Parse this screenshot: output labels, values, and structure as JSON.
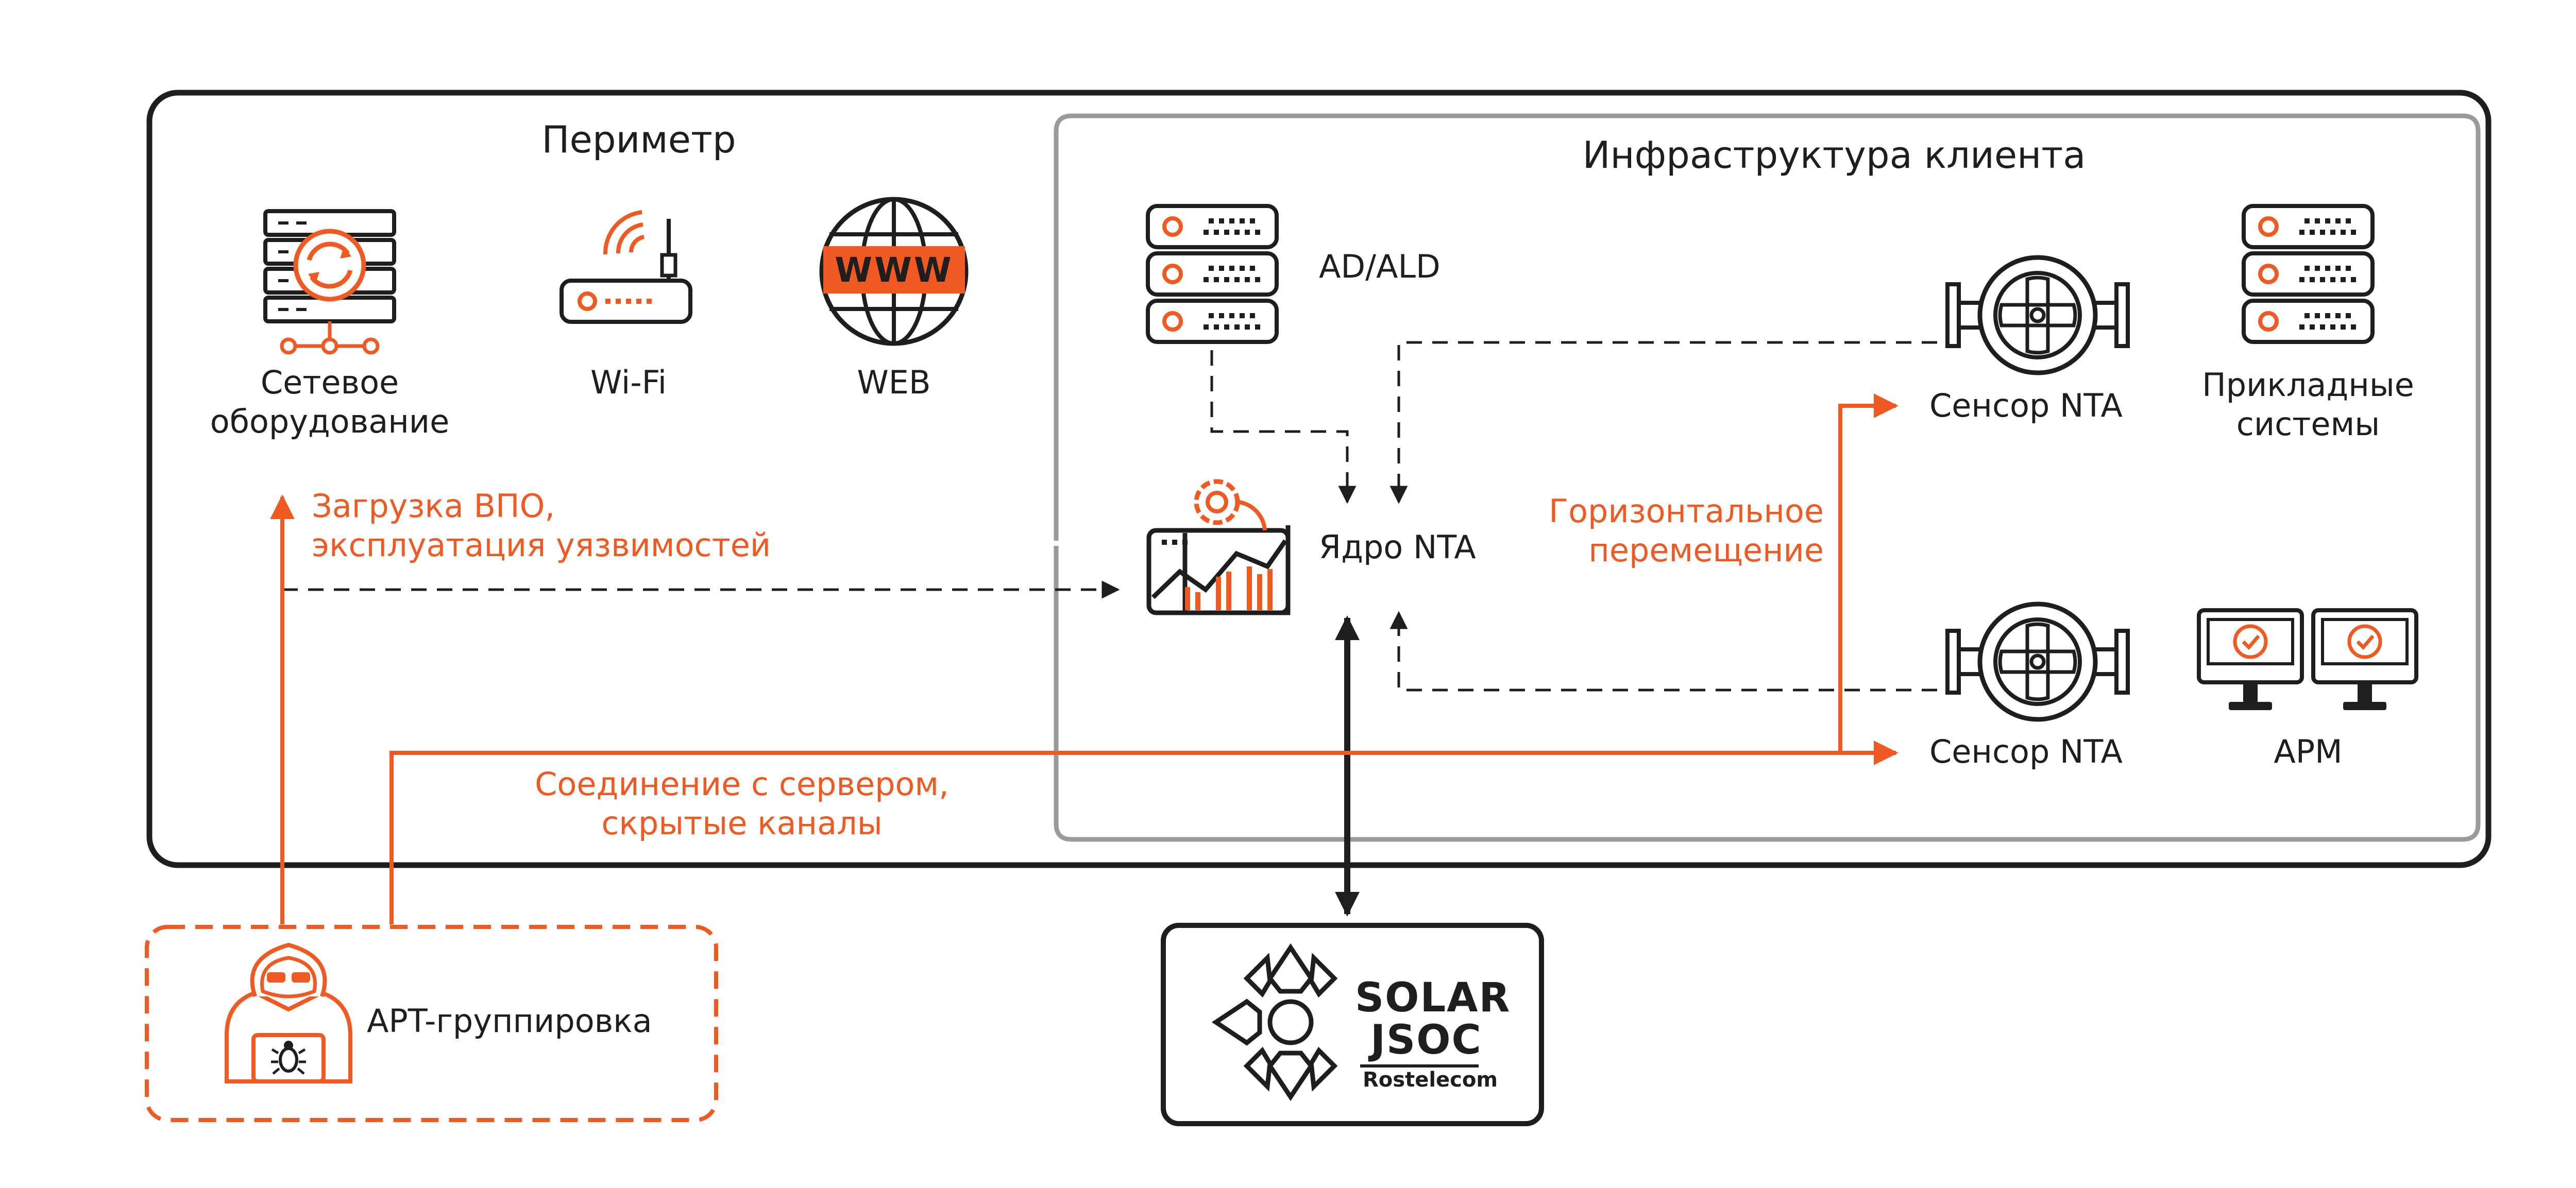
{
  "colors": {
    "accent": "#f05a22",
    "dark": "#1e1e1e",
    "frame_inner": "#9a9a9a"
  },
  "perimeter": {
    "title": "Периметр",
    "items": [
      {
        "label": "Сетевое\nоборудование",
        "icon": "network-equipment-icon"
      },
      {
        "label": "Wi-Fi",
        "icon": "wifi-router-icon"
      },
      {
        "label": "WEB",
        "icon": "www-globe-icon",
        "badge": "WWW"
      }
    ]
  },
  "infrastructure": {
    "title": "Инфраструктура клиента",
    "ad": {
      "label": "AD/ALD",
      "icon": "server-stack-icon"
    },
    "core": {
      "label": "Ядро NTA",
      "icon": "analytics-gear-icon"
    },
    "sensor_top": {
      "label": "Сенсор NTA",
      "icon": "sensor-icon"
    },
    "sensor_bottom": {
      "label": "Сенсор NTA",
      "icon": "sensor-icon"
    },
    "apps": {
      "label": "Прикладные\nсистемы",
      "icon": "server-stack-icon"
    },
    "arm": {
      "label": "АРМ",
      "icon": "workstation-icon"
    }
  },
  "flows": {
    "malware": "Загрузка ВПО,\nэксплуатация уязвимостей",
    "lateral": "Горизонтальное\nперемещение",
    "c2": "Соединение с сервером,\nскрытые каналы"
  },
  "apt": {
    "label": "APT-группировка",
    "icon": "hacker-icon"
  },
  "soc": {
    "line1": "SOLAR",
    "line2": "JSOC",
    "line3": "Rostelecom",
    "icon": "solar-jsoc-logo-icon"
  }
}
